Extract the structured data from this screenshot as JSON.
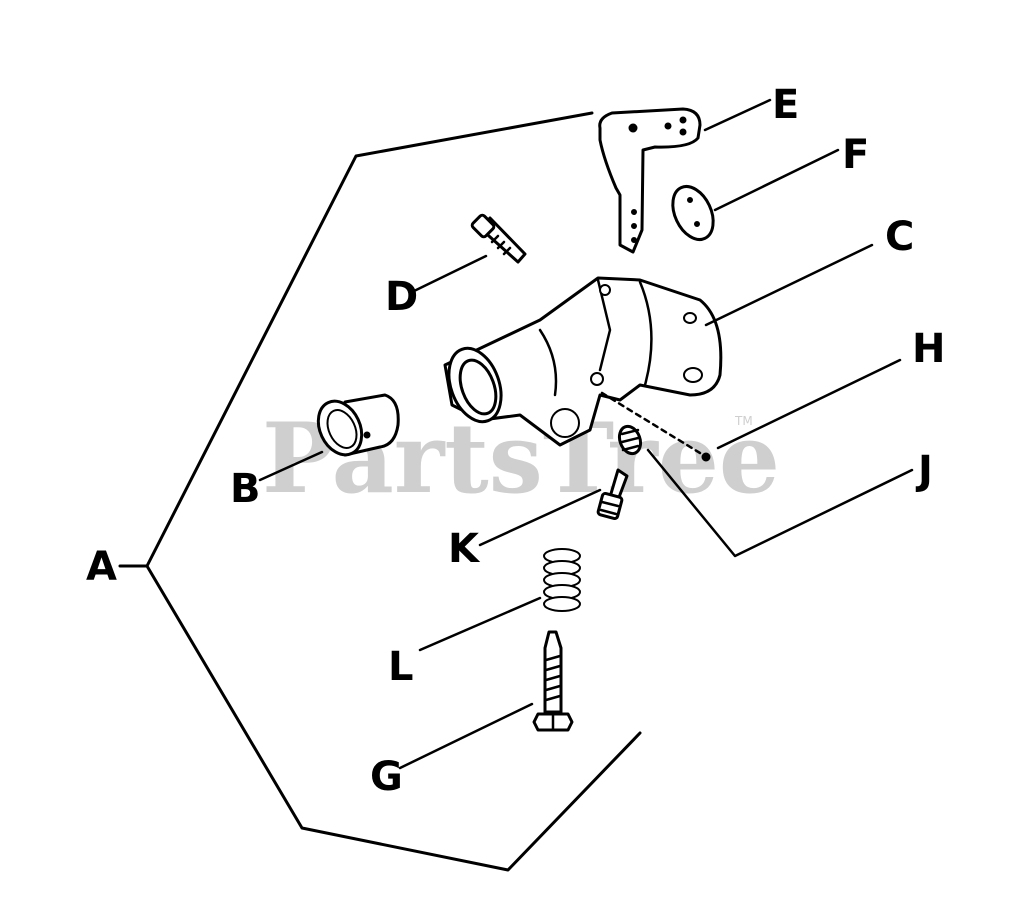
{
  "watermark": {
    "text": "PartsTree",
    "tm": "TM"
  },
  "callouts": {
    "A": "A",
    "B": "B",
    "C": "C",
    "D": "D",
    "E": "E",
    "F": "F",
    "G": "G",
    "H": "H",
    "J": "J",
    "K": "K",
    "L": "L"
  },
  "colors": {
    "ink": "#000000",
    "watermark": "#cfcfcf",
    "background": "#ffffff"
  }
}
